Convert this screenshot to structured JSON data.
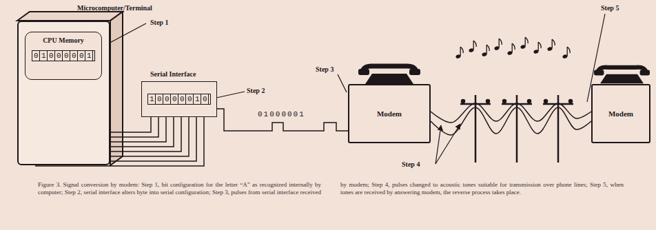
{
  "diagram": {
    "caption": "Figure 3. Signal conversion by modem: Step 1, bit configuration for the letter “A” as recognized internally by computer; Step 2, serial interface alters byte into serial configuration; Step 3, pulses from serial interface received by modem; Step 4, pulses changed to acoustic tones suitable for transmission over phone lines; Step 5, when tones are received by answering modem, the reverse process takes place.",
    "nodes": [
      {
        "text": [
          "Microcomputer/Terminal"
        ]
      },
      {
        "text": [
          "CPU Memory",
          "01000001"
        ],
        "in": 0
      },
      {
        "text": [
          "Serial Interface",
          "10000010"
        ]
      },
      {
        "text": [
          "Modem"
        ]
      },
      {
        "text": [
          "Modem"
        ]
      }
    ],
    "edges": [
      {
        "from": 1,
        "to": 2,
        "arrow": "none"
      },
      {
        "from": 2,
        "to": 3,
        "label": "01000001",
        "arrow": "none"
      },
      {
        "from": 3,
        "to": 4,
        "arrow": "none"
      }
    ],
    "labels": [
      "Step 1",
      "Step 2",
      "Step 3",
      "Step 4",
      "Step 5"
    ]
  }
}
